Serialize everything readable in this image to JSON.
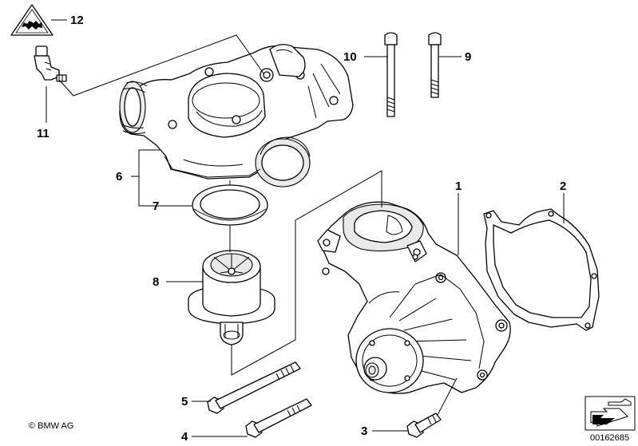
{
  "callouts": [
    {
      "num": "1"
    },
    {
      "num": "2"
    },
    {
      "num": "3"
    },
    {
      "num": "4"
    },
    {
      "num": "5"
    },
    {
      "num": "6"
    },
    {
      "num": "7"
    },
    {
      "num": "8"
    },
    {
      "num": "9"
    },
    {
      "num": "10"
    },
    {
      "num": "11"
    },
    {
      "num": "12"
    }
  ],
  "footer": {
    "copyright": "© BMW AG",
    "doc_id": "00162685"
  },
  "icons": {
    "warning_sign": "hand-warning-triangle-icon",
    "navigation": "assembly-arrow-icon"
  }
}
